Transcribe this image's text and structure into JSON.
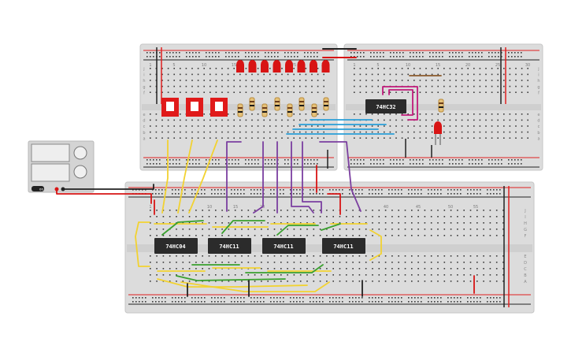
{
  "chips": {
    "top_right": "74HC32",
    "bottom_1": "74HC04",
    "bottom_2": "74HC11",
    "bottom_3": "74HC11",
    "bottom_4": "74HC11"
  },
  "breadboard_top_left": {
    "col_numbers": [
      "1",
      "5",
      "10",
      "15",
      "20",
      "25",
      "30"
    ],
    "row_letters_top": [
      "j",
      "i",
      "h",
      "g",
      "f"
    ],
    "row_letters_bottom": [
      "e",
      "d",
      "c",
      "b",
      "a"
    ]
  },
  "breadboard_top_right": {
    "col_numbers": [
      "1",
      "5",
      "10",
      "15",
      "20",
      "25",
      "30"
    ],
    "row_letters_top": [
      "j",
      "i",
      "h",
      "g",
      "f"
    ],
    "row_letters_bottom": [
      "e",
      "d",
      "c",
      "b",
      "a"
    ]
  },
  "breadboard_bottom": {
    "col_numbers": [
      "1",
      "10",
      "15",
      "20",
      "40",
      "45",
      "50",
      "55"
    ],
    "row_letters_right_top": [
      "J",
      "I",
      "H",
      "G",
      "F"
    ],
    "row_letters_right_bottom": [
      "E",
      "D",
      "C",
      "B",
      "A"
    ]
  },
  "power_supply": {
    "switch_label": "on"
  },
  "colors": {
    "board": "#d9d9d9",
    "board_edge": "#c9c9c9",
    "rail_red": "#e02020",
    "rail_black": "#222222",
    "chip": "#2b2b2b",
    "wire_yellow": "#f2d231",
    "wire_green": "#3aa12f",
    "wire_blue": "#2a9fd8",
    "wire_purple": "#7b3fa0",
    "wire_magenta": "#c01a7a",
    "led_red": "#d81414",
    "switch_red": "#e01a1a"
  }
}
